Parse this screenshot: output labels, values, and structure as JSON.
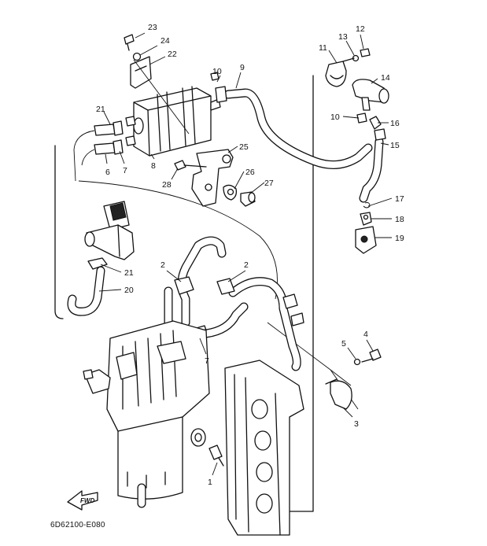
{
  "diagram_code": "6D62100-E080",
  "fwd_label": "FWD",
  "callouts": [
    {
      "id": "c23",
      "text": "23"
    },
    {
      "id": "c24",
      "text": "24"
    },
    {
      "id": "c22",
      "text": "22"
    },
    {
      "id": "c10a",
      "text": "10"
    },
    {
      "id": "c9",
      "text": "9"
    },
    {
      "id": "c11",
      "text": "11"
    },
    {
      "id": "c13",
      "text": "13"
    },
    {
      "id": "c12",
      "text": "12"
    },
    {
      "id": "c14",
      "text": "14"
    },
    {
      "id": "c10b",
      "text": "10"
    },
    {
      "id": "c16",
      "text": "16"
    },
    {
      "id": "c15",
      "text": "15"
    },
    {
      "id": "c21a",
      "text": "21"
    },
    {
      "id": "c6",
      "text": "6"
    },
    {
      "id": "c7a",
      "text": "7"
    },
    {
      "id": "c8",
      "text": "8"
    },
    {
      "id": "c25",
      "text": "25"
    },
    {
      "id": "c28",
      "text": "28"
    },
    {
      "id": "c26",
      "text": "26"
    },
    {
      "id": "c27",
      "text": "27"
    },
    {
      "id": "c17",
      "text": "17"
    },
    {
      "id": "c18",
      "text": "18"
    },
    {
      "id": "c19",
      "text": "19"
    },
    {
      "id": "c2a",
      "text": "2"
    },
    {
      "id": "c2b",
      "text": "2"
    },
    {
      "id": "c21b",
      "text": "21"
    },
    {
      "id": "c20",
      "text": "20"
    },
    {
      "id": "c7b",
      "text": "7"
    },
    {
      "id": "c4",
      "text": "4"
    },
    {
      "id": "c5",
      "text": "5"
    },
    {
      "id": "c3",
      "text": "3"
    },
    {
      "id": "c1",
      "text": "1"
    }
  ]
}
